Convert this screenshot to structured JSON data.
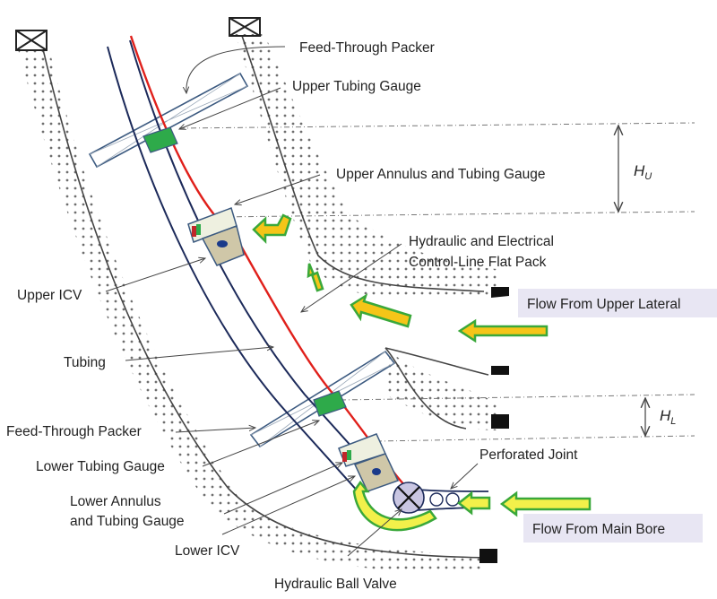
{
  "diagram": {
    "title": "Multilateral well with intelligent completion",
    "colors": {
      "control_line": "#e0201b",
      "tubing": "#1c2a5a",
      "gauge_green": "#2eaa4a",
      "icv_body": "#cfc7a8",
      "flow_arrow_fill": "#f5c518",
      "flow_arrow_border": "#3aa83a",
      "main_bore_arrow_fill": "#f2f04a",
      "ball_valve": "#c9c6e2",
      "callout_bg": "#e8e6f3"
    },
    "labels": {
      "feed_through_packer_upper": "Feed-Through Packer",
      "upper_tubing_gauge": "Upper Tubing Gauge",
      "upper_annulus_tubing_gauge": "Upper Annulus and Tubing Gauge",
      "hydraulic_electrical_line1": "Hydraulic and Electrical",
      "hydraulic_electrical_line2": "Control-Line Flat Pack",
      "upper_icv": "Upper ICV",
      "tubing": "Tubing",
      "feed_through_packer_lower": "Feed-Through Packer",
      "lower_tubing_gauge": "Lower Tubing Gauge",
      "lower_annulus_line1": "Lower Annulus",
      "lower_annulus_line2": "and Tubing Gauge",
      "lower_icv": "Lower ICV",
      "hydraulic_ball_valve": "Hydraulic Ball Valve",
      "perforated_joint": "Perforated Joint",
      "flow_upper_lateral": "Flow From Upper Lateral",
      "flow_main_bore": "Flow From Main Bore",
      "h_upper": "H",
      "h_upper_sub": "U",
      "h_lower": "H",
      "h_lower_sub": "L"
    },
    "icons": {
      "wellhead_left": "wellhead-x-box-icon",
      "wellhead_right": "wellhead-x-box-icon"
    }
  }
}
